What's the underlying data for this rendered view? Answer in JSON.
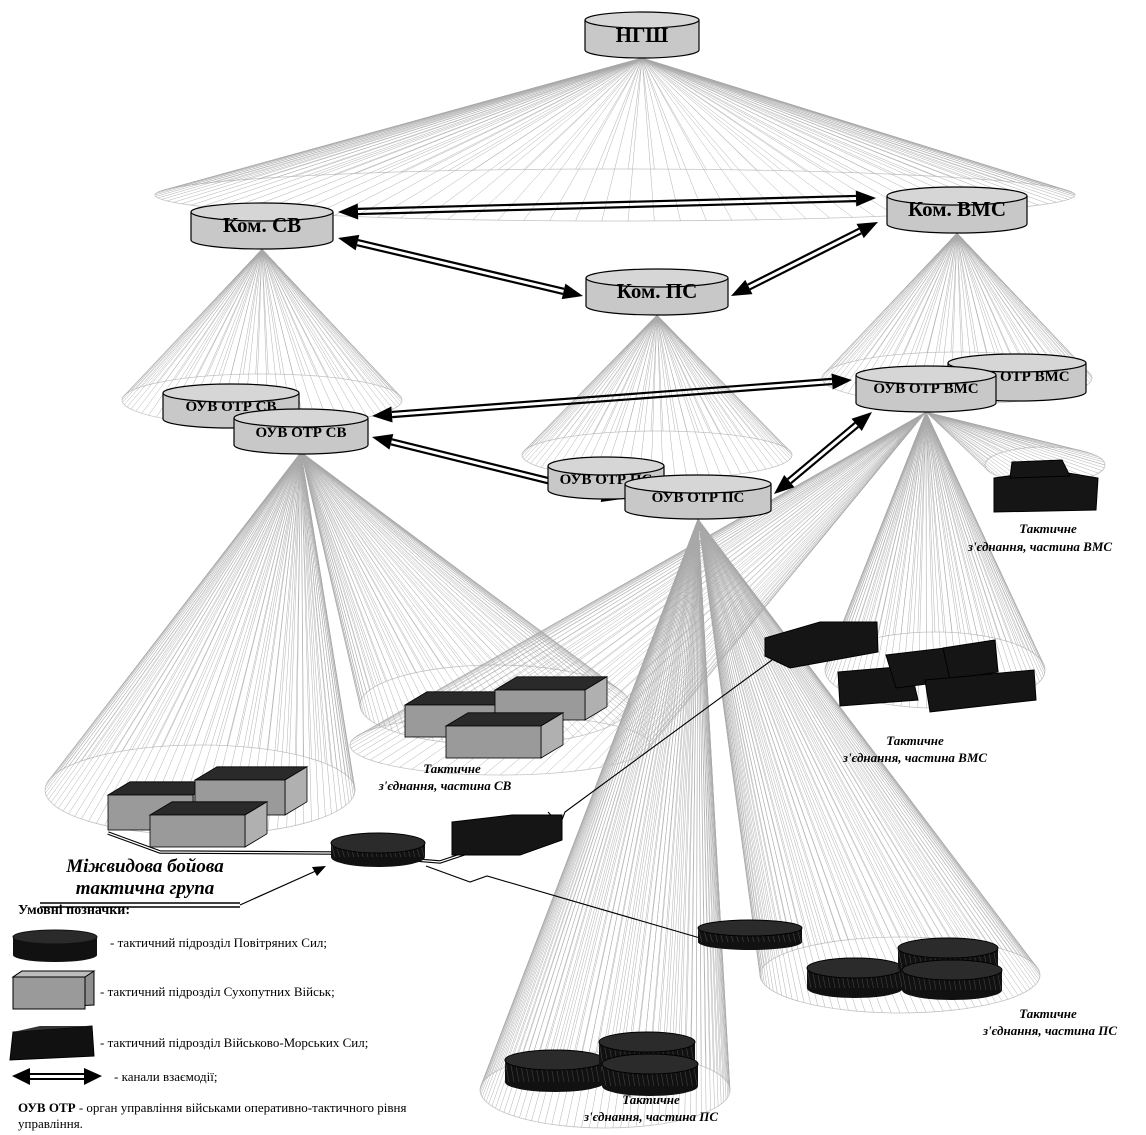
{
  "nodes": {
    "hq": "НГШ",
    "ground_cmd": "Ком. СВ",
    "navy_cmd": "Ком. ВМС",
    "air_cmd": "Ком. ПС",
    "ouv_ground_back": "ОУВ ОТР СВ",
    "ouv_ground_front": "ОУВ ОТР СВ",
    "ouv_air_back": "ОУВ ОТР ПС",
    "ouv_air_front": "ОУВ ОТР ПС",
    "ouv_navy_back": "ОУВ ОТР ВМС",
    "ouv_navy_front": "ОУВ ОТР ВМС"
  },
  "captions": {
    "navy_top": [
      "Тактичне",
      "з'єднання, частина ВМС"
    ],
    "navy_mid": [
      "Тактичне",
      "з'єднання, частина ВМС"
    ],
    "ground": [
      "Тактичне",
      "з'єднання, частина СВ"
    ],
    "air_right": [
      "Тактичне",
      "з'єднання, частина ПС"
    ],
    "air_bottom": [
      "Тактичне",
      "з'єднання, частина ПС"
    ]
  },
  "mbtg": [
    "Міжвидова бойова",
    "тактична група"
  ],
  "legend": {
    "title": "Умовні позначки:",
    "items": [
      "- тактичний підрозділ Повітряних Сил;",
      "- тактичний підрозділ Сухопутних Військ;",
      "- тактичний підрозділ Військово-Морських Сил;",
      "- канали взаємодії;"
    ]
  },
  "footnote": {
    "term": "ОУВ ОТР",
    "text": " - орган управління військами оперативно-тактичного рівня управління."
  },
  "colors": {
    "node_fill": "#c8c8c8",
    "ground_unit": "#9a9a9a",
    "dark_unit": "#111111",
    "cone_line": "#9a9a9a"
  }
}
